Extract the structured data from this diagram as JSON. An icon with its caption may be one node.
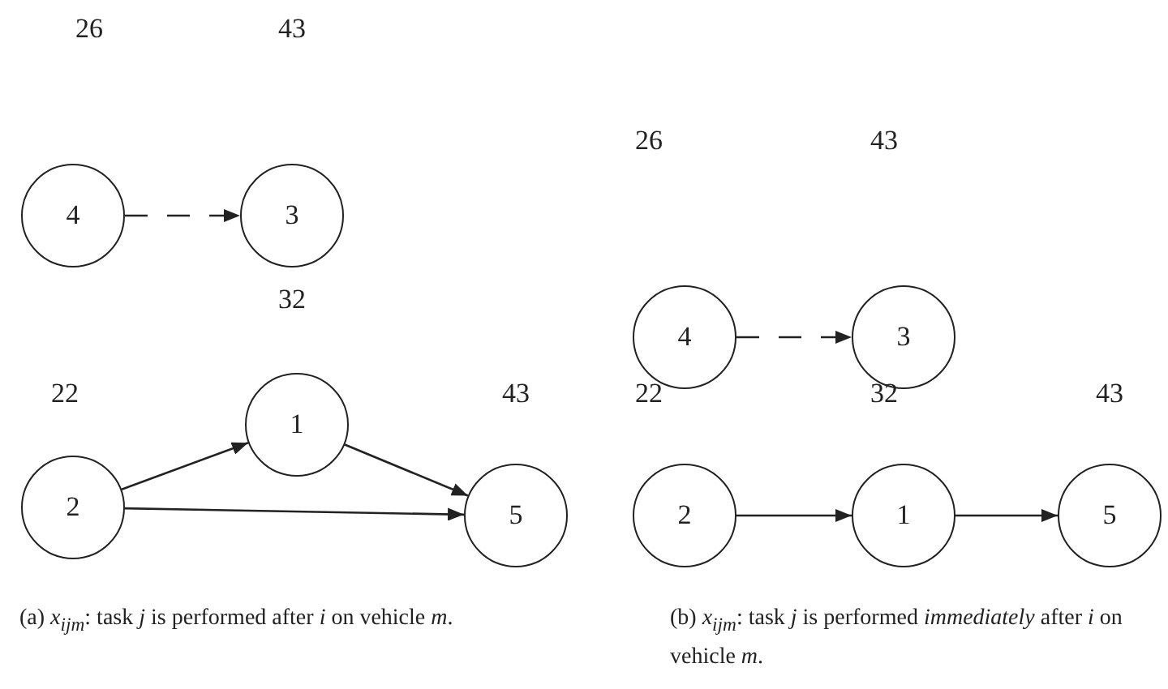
{
  "diagram": {
    "nodes": [
      {
        "text": [
          "4"
        ]
      },
      {
        "text": [
          "3"
        ]
      },
      {
        "text": [
          "1"
        ]
      },
      {
        "text": [
          "2"
        ]
      },
      {
        "text": [
          "5"
        ]
      },
      {
        "text": [
          "4"
        ]
      },
      {
        "text": [
          "3"
        ]
      },
      {
        "text": [
          "2"
        ]
      },
      {
        "text": [
          "1"
        ]
      },
      {
        "text": [
          "5"
        ]
      }
    ],
    "edges": [
      {
        "from": 0,
        "to": 1,
        "arrow": "to",
        "style": "dashed"
      },
      {
        "from": 3,
        "to": 2,
        "arrow": "to"
      },
      {
        "from": 2,
        "to": 4,
        "arrow": "to"
      },
      {
        "from": 3,
        "to": 4,
        "arrow": "to"
      },
      {
        "from": 5,
        "to": 6,
        "arrow": "to",
        "style": "dashed"
      },
      {
        "from": 7,
        "to": 8,
        "arrow": "to"
      },
      {
        "from": 8,
        "to": 9,
        "arrow": "to"
      }
    ],
    "labels": [
      "26",
      "43",
      "26",
      "43",
      "32",
      "22",
      "43",
      "22",
      "32",
      "43",
      "(a) *x*$_{ijm}$: task *j* is performed after *i* on vehicle *m*.",
      "(b) *x*$_{ijm}$: task *j* is performed *immediately* after *i* on vehicle *m*."
    ]
  }
}
